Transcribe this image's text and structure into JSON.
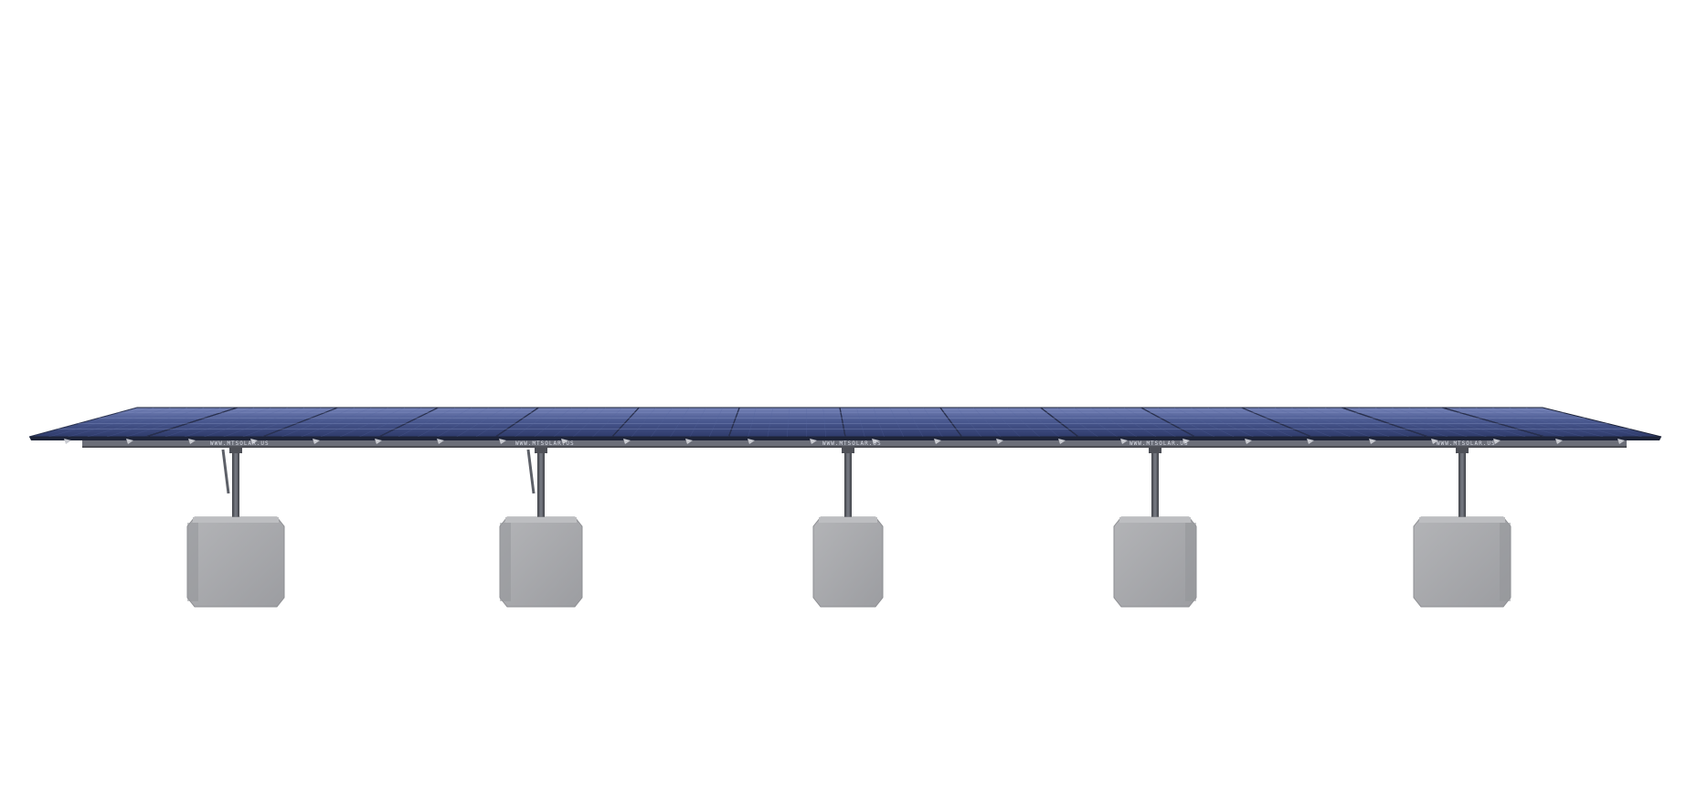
{
  "scene": {
    "subject": "ground-mount solar array",
    "rail_watermark": "WWW.MTSOLAR.US",
    "footing_count": 5,
    "panel_count": 14,
    "colors": {
      "background": "#ffffff",
      "panel_blue": "#3b4a82",
      "panel_light": "#6170a8",
      "panel_edge": "#1e2438",
      "frame_gray": "#6b6e78",
      "pipe_gray": "#4f5158",
      "concrete": "#a7a8ab",
      "concrete_dark": "#8e8f93"
    }
  }
}
